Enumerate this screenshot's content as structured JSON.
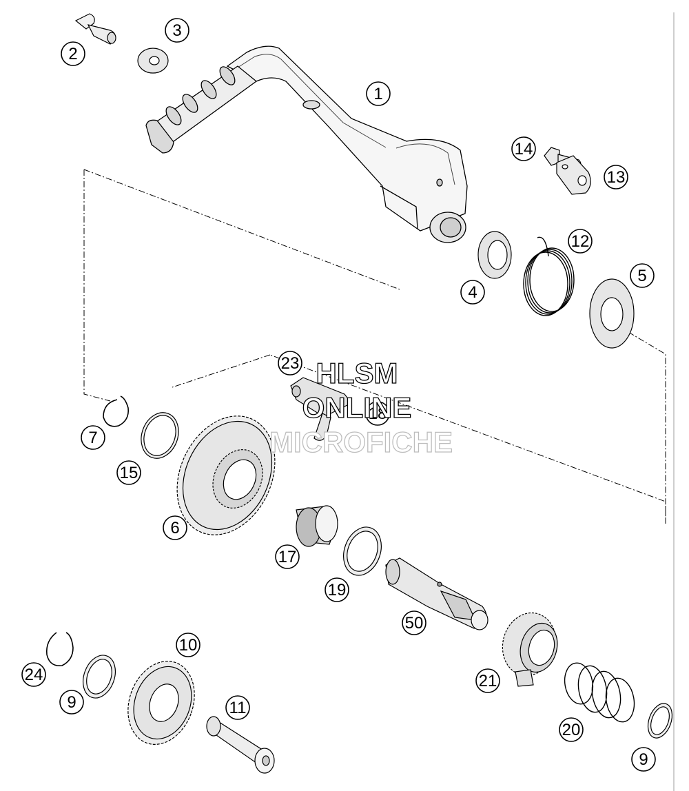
{
  "watermark": {
    "line1": "HLSM",
    "line2": "ONLINE",
    "line3": "MICROFICHE"
  },
  "callouts": [
    {
      "id": "1",
      "label": "1"
    },
    {
      "id": "2",
      "label": "2"
    },
    {
      "id": "3",
      "label": "3"
    },
    {
      "id": "4",
      "label": "4"
    },
    {
      "id": "5",
      "label": "5"
    },
    {
      "id": "6",
      "label": "6"
    },
    {
      "id": "7",
      "label": "7"
    },
    {
      "id": "9a",
      "label": "9"
    },
    {
      "id": "9b",
      "label": "9"
    },
    {
      "id": "10",
      "label": "10"
    },
    {
      "id": "11",
      "label": "11"
    },
    {
      "id": "12",
      "label": "12"
    },
    {
      "id": "13",
      "label": "13"
    },
    {
      "id": "14",
      "label": "14"
    },
    {
      "id": "15",
      "label": "15"
    },
    {
      "id": "17",
      "label": "17"
    },
    {
      "id": "18",
      "label": "18"
    },
    {
      "id": "19",
      "label": "19"
    },
    {
      "id": "20",
      "label": "20"
    },
    {
      "id": "21",
      "label": "21"
    },
    {
      "id": "23",
      "label": "23"
    },
    {
      "id": "24",
      "label": "24"
    },
    {
      "id": "50",
      "label": "50"
    }
  ]
}
